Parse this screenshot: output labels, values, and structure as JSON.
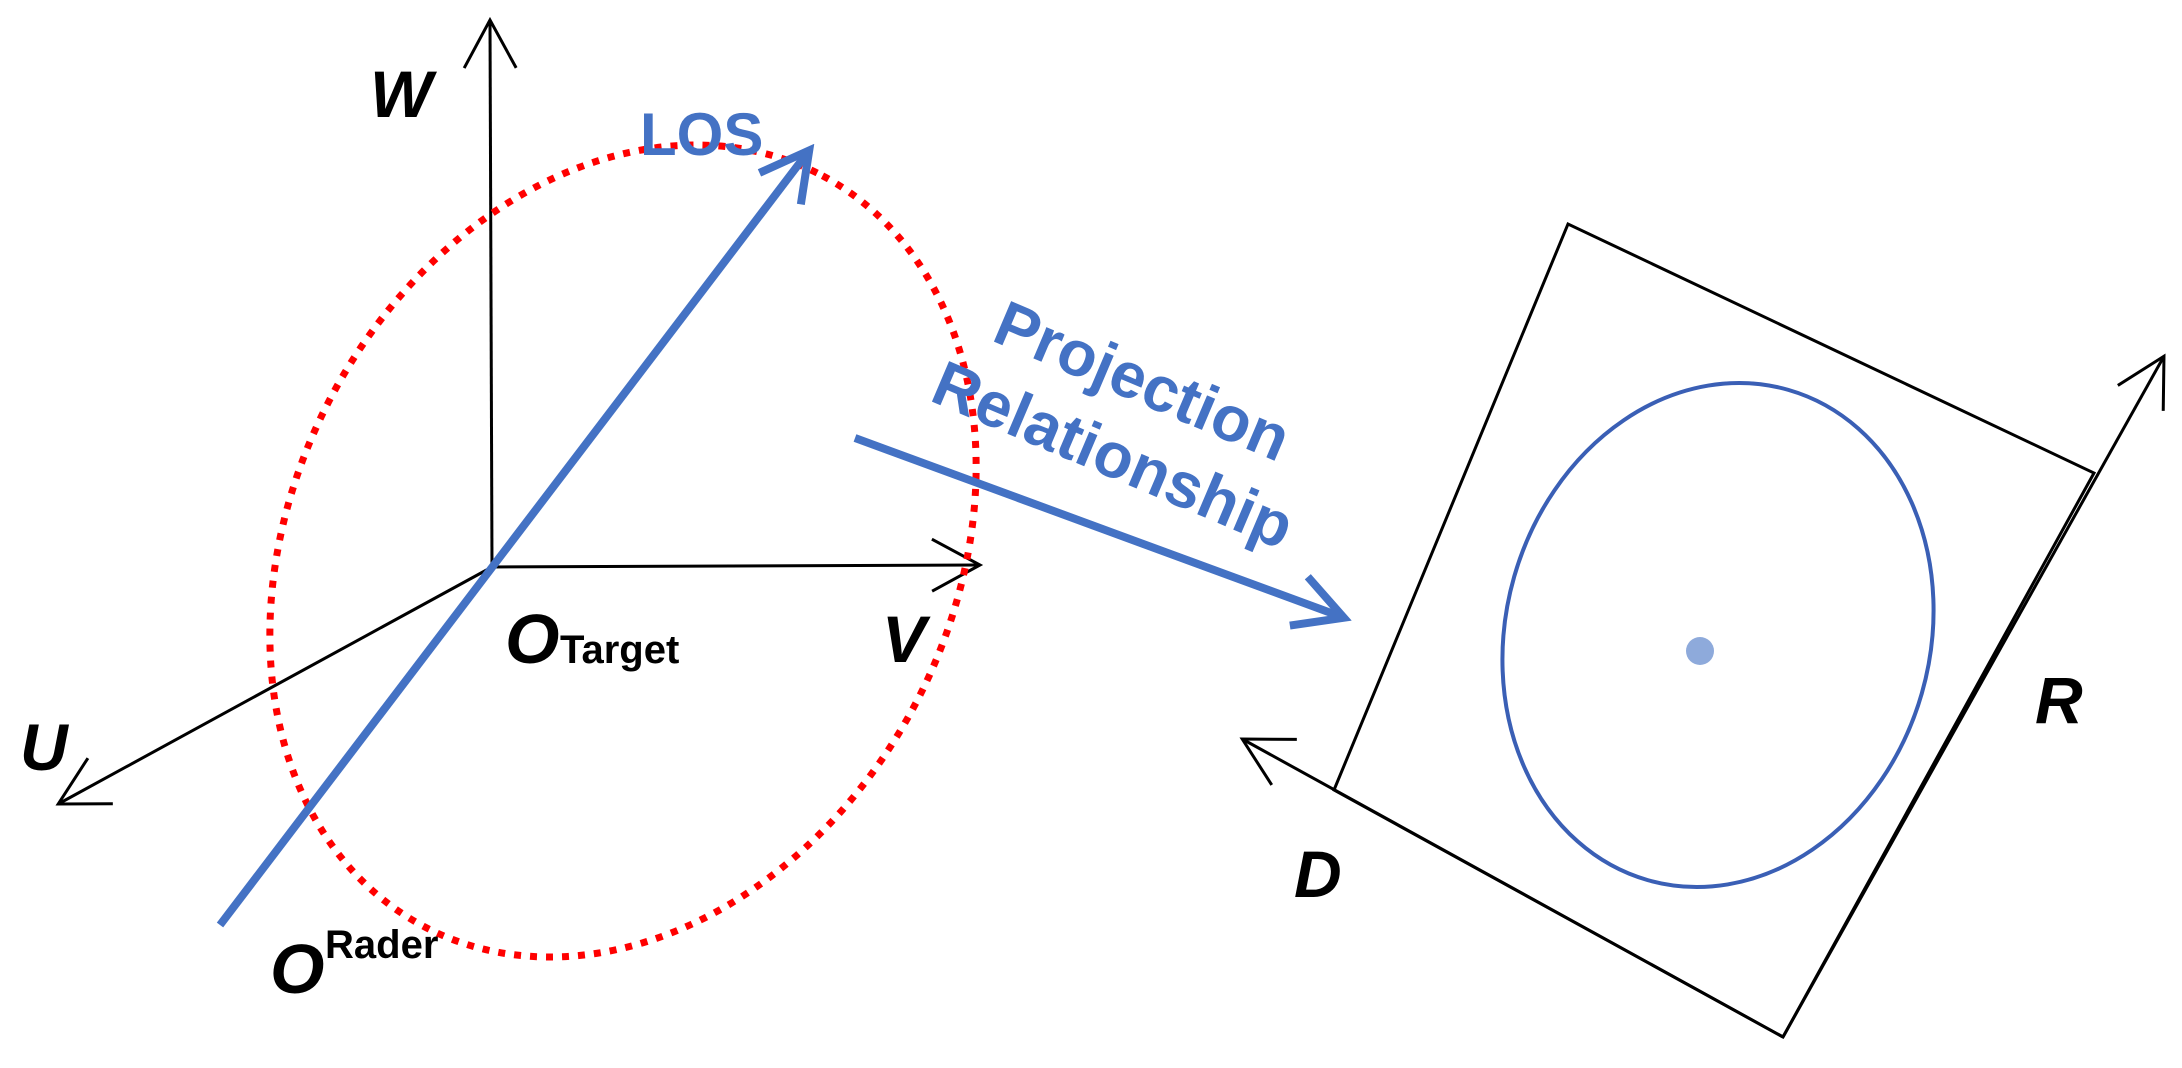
{
  "labels": {
    "w_axis": "W",
    "v_axis": "V",
    "u_axis": "U",
    "los": "LOS",
    "origin_target_main": "O",
    "origin_target_sub": "Target",
    "origin_radar_main": "O",
    "origin_radar_sub": "Rader",
    "projection_line1": "Projection",
    "projection_line2": "Relationship",
    "r_axis": "R",
    "d_axis": "D"
  },
  "colors": {
    "blue": "#4472c4",
    "red_dotted": "#ff0000",
    "ellipse_outline": "#3a5fb5",
    "center_dot": "#8eaadb",
    "axis": "#000000"
  }
}
